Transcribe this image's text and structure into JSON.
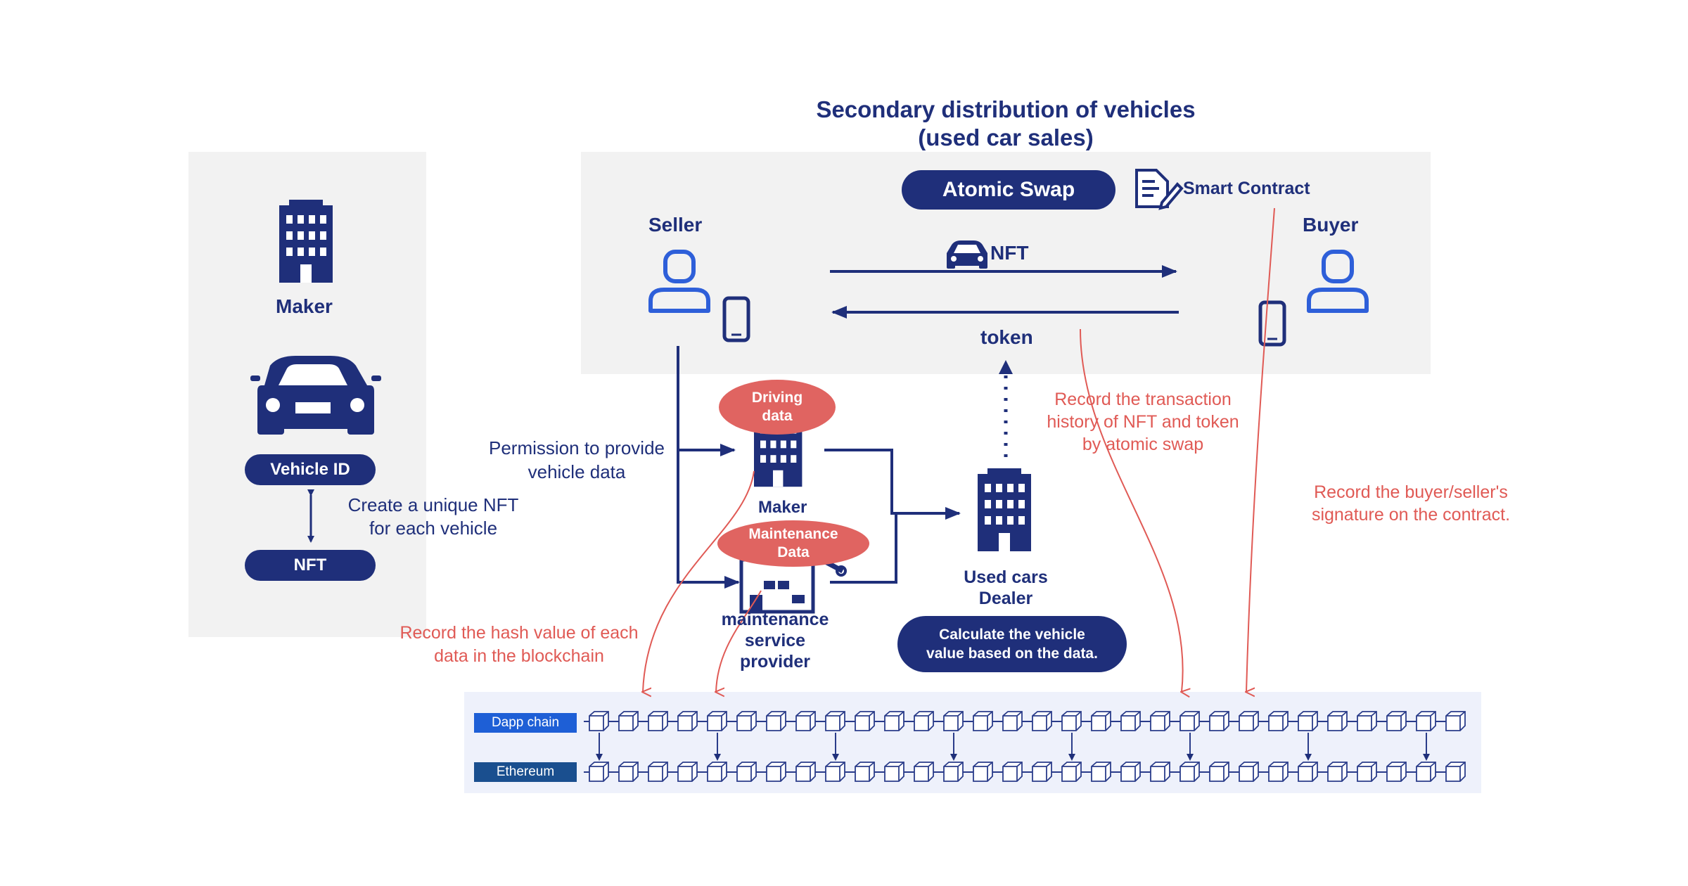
{
  "title_line1": "Secondary distribution of vehicles",
  "title_line2": "(used car sales)",
  "left_panel": {
    "maker_label": "Maker",
    "vehicle_id_label": "Vehicle ID",
    "nft_label": "NFT",
    "create_nft_line1": "Create a unique NFT",
    "create_nft_line2": "for each vehicle"
  },
  "swap_panel": {
    "atomic_swap_label": "Atomic Swap",
    "smart_contract_label": "Smart Contract",
    "seller_label": "Seller",
    "buyer_label": "Buyer",
    "nft_arrow_label": "NFT",
    "token_arrow_label": "token"
  },
  "flow": {
    "permission_line1": "Permission to provide",
    "permission_line2": "vehicle data",
    "driving_data_line1": "Driving",
    "driving_data_line2": "data",
    "maker_label": "Maker",
    "maintenance_data_line1": "Maintenance",
    "maintenance_data_line2": "Data",
    "provider_line1": "maintenance",
    "provider_line2": "service",
    "provider_line3": "provider",
    "dealer_line1": "Used cars",
    "dealer_line2": "Dealer",
    "calc_line1": "Calculate the vehicle",
    "calc_line2": "value based on the data."
  },
  "annotations": {
    "hash_line1": "Record the hash value of each",
    "hash_line2": "data in the blockchain",
    "tx_line1": "Record the transaction",
    "tx_line2": "history of NFT and token",
    "tx_line3": "by atomic swap",
    "sig_line1": "Record the buyer/seller's",
    "sig_line2": "signature on the contract."
  },
  "chains": {
    "dapp_label": "Dapp chain",
    "ethereum_label": "Ethereum"
  },
  "colors": {
    "navy": "#1f2f7a",
    "red": "#e05a55",
    "panel_gray": "#f2f2f2",
    "chain_bg": "#eef1fb",
    "dapp_blue": "#1e5fd6",
    "eth_blue": "#1a4f8f"
  },
  "icons": [
    "office-building-icon",
    "car-icon",
    "person-icon",
    "smartphone-icon",
    "contract-document-icon",
    "garage-shop-icon",
    "blockchain-block-icon"
  ]
}
